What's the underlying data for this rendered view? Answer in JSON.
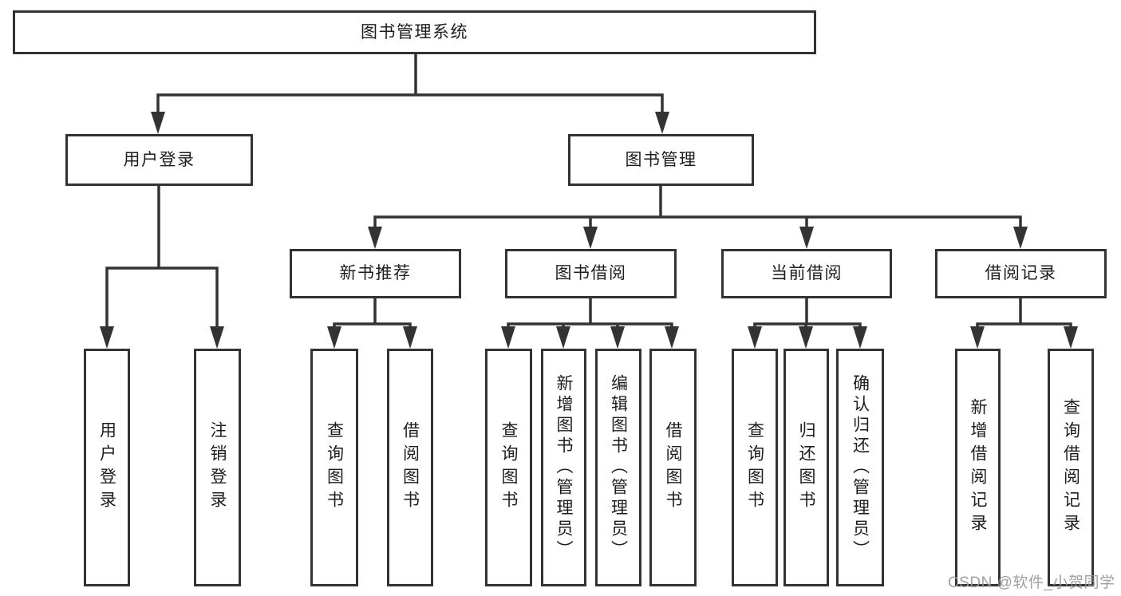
{
  "diagram": {
    "type": "tree-diagram",
    "root": {
      "label": "图书管理系统"
    },
    "level1": [
      {
        "label": "用户登录",
        "children": [
          {
            "label": "用户登录"
          },
          {
            "label": "注销登录"
          }
        ]
      },
      {
        "label": "图书管理",
        "children": [
          {
            "label": "新书推荐",
            "children": [
              {
                "label": "查询图书"
              },
              {
                "label": "借阅图书"
              }
            ]
          },
          {
            "label": "图书借阅",
            "children": [
              {
                "label": "查询图书"
              },
              {
                "label": "新增图书（管理员）"
              },
              {
                "label": "编辑图书（管理员）"
              },
              {
                "label": "借阅图书"
              }
            ]
          },
          {
            "label": "当前借阅",
            "children": [
              {
                "label": "查询图书"
              },
              {
                "label": "归还图书"
              },
              {
                "label": "确认归还（管理员）"
              }
            ]
          },
          {
            "label": "借阅记录",
            "children": [
              {
                "label": "新增借阅记录"
              },
              {
                "label": "查询借阅记录"
              }
            ]
          }
        ]
      }
    ]
  },
  "watermark": {
    "text": "CSDN @软件_小贺同学"
  },
  "colors": {
    "line": "#333333",
    "node_border": "#333333",
    "text": "#1d1d1d",
    "watermark": "#989898",
    "background": "#ffffff"
  }
}
